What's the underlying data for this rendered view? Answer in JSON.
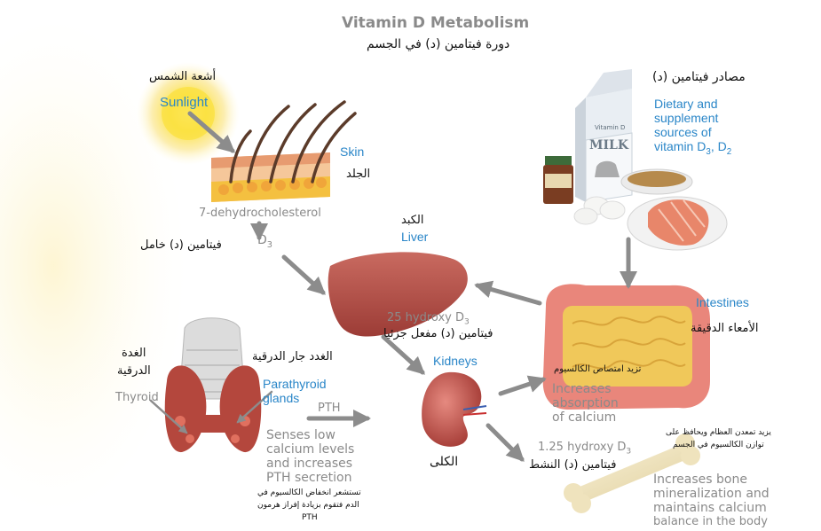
{
  "title": "Vitamin D Metabolism",
  "title_ar": "دورة فيتامين (د) في الجسم",
  "sun": {
    "label_en": "Sunlight",
    "label_ar": "أشعة الشمس"
  },
  "skin": {
    "label_en": "Skin",
    "label_ar": "الجلد",
    "precursor": "7-dehydrocholesterol"
  },
  "d3": {
    "label": "D",
    "sub": "3",
    "label_ar": "فيتامين (د) خامل"
  },
  "liver": {
    "label_en": "Liver",
    "label_ar": "الكبد",
    "product": "25 hydroxy D",
    "product_sub": "3",
    "product_ar": "فيتامين (د) مفعل جزئيا"
  },
  "sources": {
    "label_ar": "مصادر فيتامين (د)",
    "line1": "Dietary and",
    "line2": "supplement",
    "line3": "sources of",
    "line4": "vitamin D",
    "d3sub": "3",
    "sep": ", ",
    "d2": "D",
    "d2sub": "2",
    "milk_brand": "Vitamin D",
    "milk_text": "MILK"
  },
  "intestines": {
    "label_en": "Intestines",
    "label_ar": "الأمعاء الدقيقة",
    "effect_ar": "تزيد امتصاص الكالسيوم",
    "effect1": "Increases",
    "effect2": "absorption",
    "effect3": "of calcium"
  },
  "kidneys": {
    "label_en": "Kidneys",
    "label_ar": "الكلى",
    "product": "1.25 hydroxy D",
    "product_sub": "3",
    "product_ar": "فيتامين (د) النشط"
  },
  "thyroid": {
    "label_en": "Thyroid",
    "label_ar1": "الغدة",
    "label_ar2": "الدرقية"
  },
  "parathyroid": {
    "label_ar": "الغدد جار الدرقية",
    "label1": "Parathyroid",
    "label2": "glands",
    "pth": "PTH",
    "sense1": "Senses low",
    "sense2": "calcium levels",
    "sense3": "and increases",
    "sense4": "PTH secretion",
    "ar1": "تستشعر انخفاض الكالسيوم في",
    "ar2": "الدم فتقوم بزيادة إفراز هرمون",
    "ar3": "PTH"
  },
  "bone": {
    "ar1": "يزيد تمعدن العظام ويحافظ على",
    "ar2": "توازن الكالسيوم في الجسم",
    "line1": "Increases bone",
    "line2": "mineralization and",
    "line3": "maintains calcium",
    "line4": "balance in the body"
  },
  "colors": {
    "accent_blue": "#2a86c8",
    "arrow_gray": "#8c8c8c",
    "sun_yellow": "#f7d21c",
    "liver_red": "#b8524a",
    "intestine_pink": "#e9867b",
    "bone_cream": "#f1e6c2"
  }
}
